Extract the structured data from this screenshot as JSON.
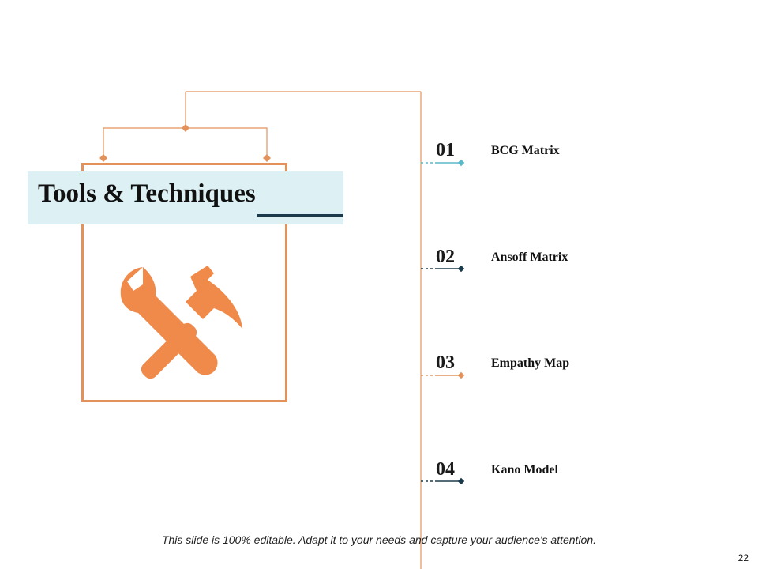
{
  "slide": {
    "title": "Tools & Techniques",
    "icon": "tools-icon",
    "items": [
      {
        "number": "01",
        "label": "BCG Matrix",
        "accent": "#5BB8C9"
      },
      {
        "number": "02",
        "label": "Ansoff Matrix",
        "accent": "#1B3A4B"
      },
      {
        "number": "03",
        "label": "Empathy Map",
        "accent": "#E4925C"
      },
      {
        "number": "04",
        "label": "Kano Model",
        "accent": "#1B3A4B"
      }
    ],
    "footer_note": "This slide is 100% editable. Adapt it to your needs and capture your audience's attention.",
    "page_number": "22"
  },
  "colors": {
    "accent_orange": "#E4925C",
    "title_band": "#DDF1F4",
    "dark_navy": "#1B3A4B",
    "teal": "#5BB8C9"
  }
}
